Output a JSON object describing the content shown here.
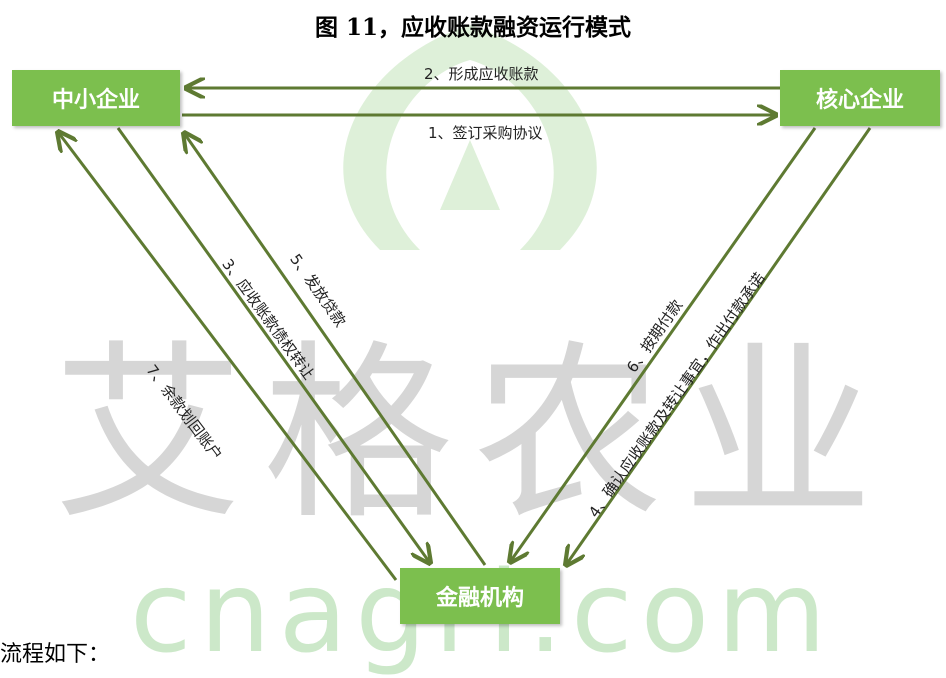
{
  "title": "图 11，应收账款融资运行模式",
  "nodes": {
    "sme": "中小企业",
    "core": "核心企业",
    "bank": "金融机构"
  },
  "edges": {
    "e1": "1、签订采购协议",
    "e2": "2、形成应收账款",
    "e3": "3、应收账款债权转让",
    "e4": "4、确认应收账款及转让事宜，作出付款承诺",
    "e5": "5、发放贷款",
    "e6": "6、按期付款",
    "e7": "7、余款划回账户"
  },
  "watermark": {
    "cn": "艾格农业",
    "en": "cnagri.com"
  },
  "footer": "流程如下：",
  "colors": {
    "node_fill": "#7cbf4e",
    "arrow": "#5e7a32"
  }
}
